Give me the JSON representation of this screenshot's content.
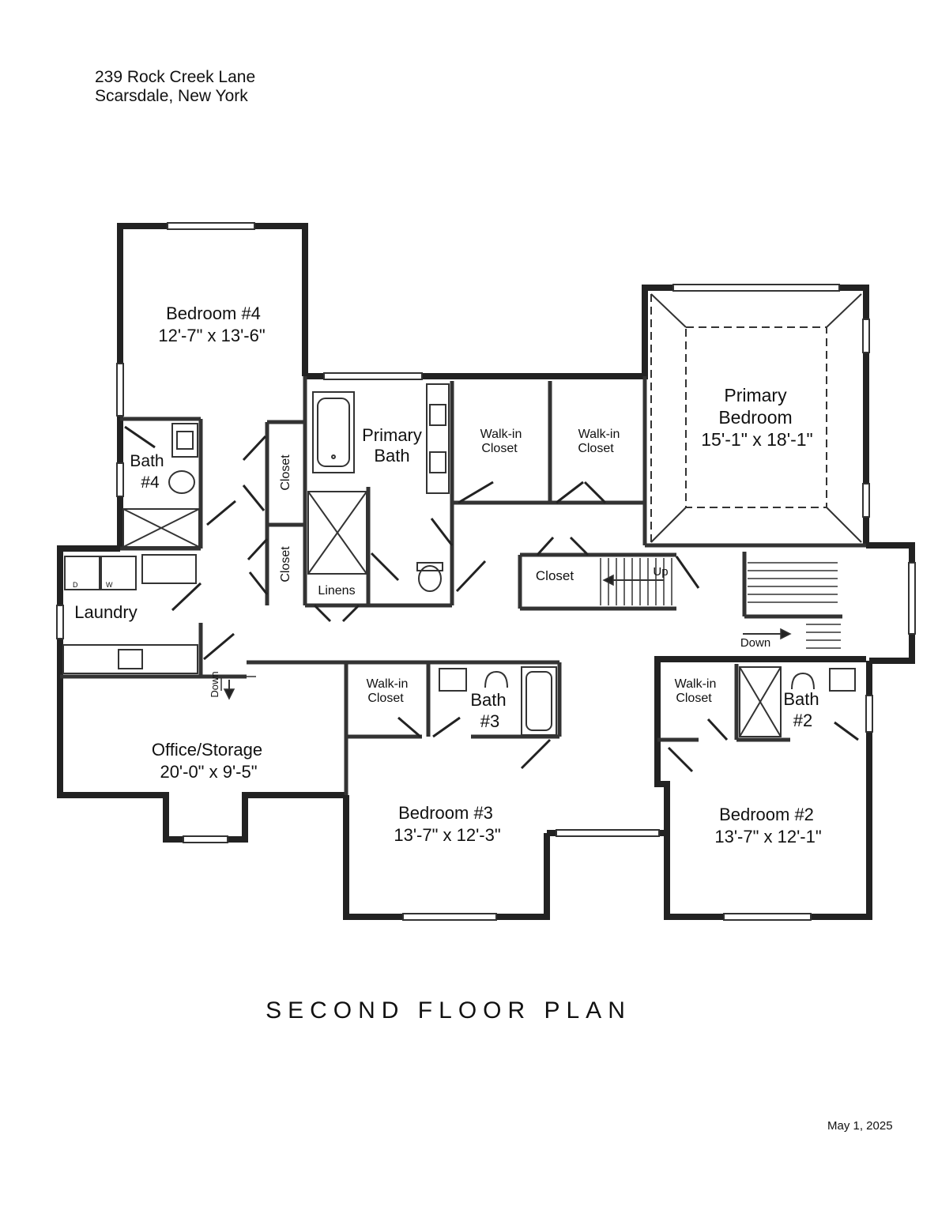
{
  "header": {
    "address_line1": "239 Rock Creek Lane",
    "address_line2": "Scarsdale, New York"
  },
  "title": "SECOND FLOOR PLAN",
  "date": "May 1, 2025",
  "rooms": {
    "bedroom4": {
      "name": "Bedroom #4",
      "size": "12'-7\" x 13'-6\""
    },
    "primary_bedroom": {
      "name1": "Primary",
      "name2": "Bedroom",
      "size": "15'-1\" x 18'-1\""
    },
    "primary_bath": {
      "name1": "Primary",
      "name2": "Bath"
    },
    "walkin1": {
      "name1": "Walk-in",
      "name2": "Closet"
    },
    "walkin2": {
      "name1": "Walk-in",
      "name2": "Closet"
    },
    "bath4": {
      "name1": "Bath",
      "name2": "#4"
    },
    "closet_upper": "Closet",
    "closet_lower": "Closet",
    "linens": "Linens",
    "laundry": "Laundry",
    "washer_d": "D",
    "washer_w": "W",
    "stair_closet": "Closet",
    "up": "Up",
    "down_right": "Down",
    "down_left": "Down",
    "office": {
      "name": "Office/Storage",
      "size": "20'-0\" x 9'-5\""
    },
    "walkin3": {
      "name1": "Walk-in",
      "name2": "Closet"
    },
    "bath3": {
      "name1": "Bath",
      "name2": "#3"
    },
    "walkin4": {
      "name1": "Walk-in",
      "name2": "Closet"
    },
    "bath2": {
      "name1": "Bath",
      "name2": "#2"
    },
    "bedroom3": {
      "name": "Bedroom #3",
      "size": "13'-7\" x 12'-3\""
    },
    "bedroom2": {
      "name": "Bedroom #2",
      "size": "13'-7\" x 12'-1\""
    }
  }
}
